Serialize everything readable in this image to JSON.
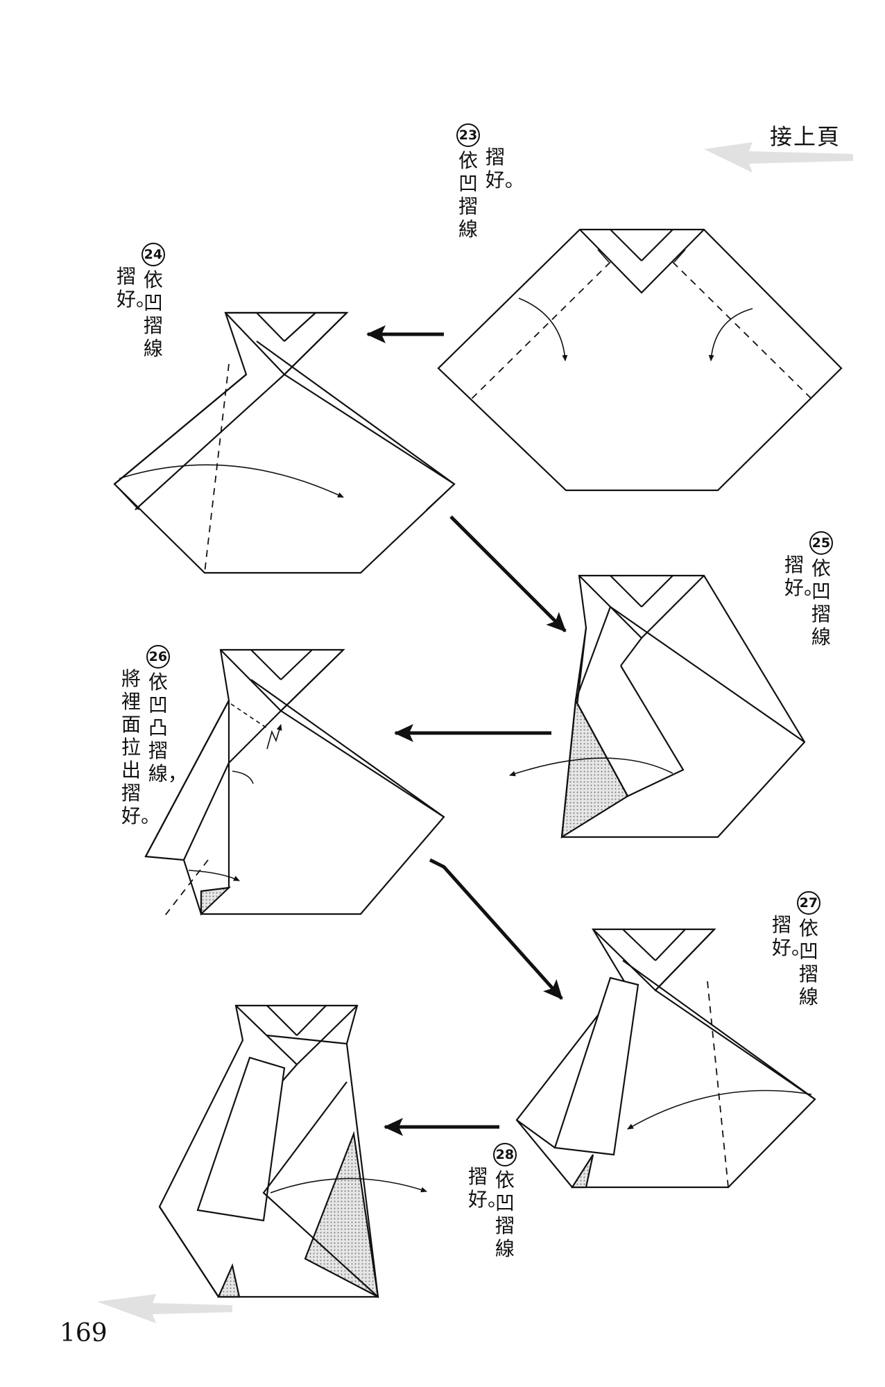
{
  "header": {
    "continued": "接上頁"
  },
  "page_number": "169",
  "steps": [
    {
      "num": "23",
      "lines": [
        "依凹摺線",
        "摺好。"
      ]
    },
    {
      "num": "24",
      "lines": [
        "依凹摺線",
        "摺好。"
      ]
    },
    {
      "num": "25",
      "lines": [
        "依凹摺線",
        "摺好。"
      ]
    },
    {
      "num": "26",
      "lines": [
        "依凹凸摺線，",
        "將裡面拉出摺好。"
      ]
    },
    {
      "num": "27",
      "lines": [
        "依凹摺線",
        "摺好。"
      ]
    },
    {
      "num": "28",
      "lines": [
        "依凹摺線",
        "摺好。"
      ]
    }
  ],
  "colors": {
    "ink": "#111111",
    "paper": "#ffffff",
    "shade": "#c8c8c8",
    "gray_arrow": "#cfcfcf"
  }
}
